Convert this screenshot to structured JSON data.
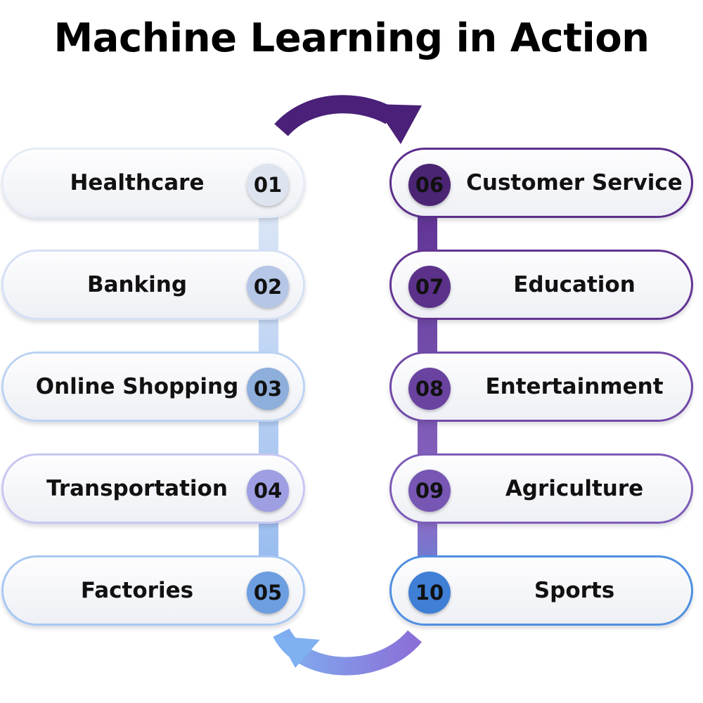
{
  "title": "Machine Learning in Action",
  "colors": {
    "left_ring_top": "#e4ecf8",
    "left_ring_bottom": "#8fb6ee",
    "right_ring_top": "#5a2a8c",
    "right_ring_bottom": "#4f8fe0",
    "top_arrow": "#4a2078",
    "bottom_arrow_start": "#7fb0f0",
    "bottom_arrow_end": "#8b6fd8"
  },
  "items": [
    {
      "number": "01",
      "label": "Healthcare",
      "badge_color": "#dde4ef",
      "ring_color": "#e6ecf6"
    },
    {
      "number": "02",
      "label": "Banking",
      "badge_color": "#b6c6e6",
      "ring_color": "#d6e0f5"
    },
    {
      "number": "03",
      "label": "Online Shopping",
      "badge_color": "#8eaedb",
      "ring_color": "#bcd3f3"
    },
    {
      "number": "04",
      "label": "Transportation",
      "badge_color": "#9e9fe2",
      "ring_color": "#c7c8f1"
    },
    {
      "number": "05",
      "label": "Factories",
      "badge_color": "#6c9ee0",
      "ring_color": "#a9c8f3"
    },
    {
      "number": "06",
      "label": "Customer Service",
      "badge_color": "#4b2573",
      "ring_color": "#5b2d8c"
    },
    {
      "number": "07",
      "label": "Education",
      "badge_color": "#5b318a",
      "ring_color": "#643594"
    },
    {
      "number": "08",
      "label": "Entertainment",
      "badge_color": "#6a43a0",
      "ring_color": "#7249a8"
    },
    {
      "number": "09",
      "label": "Agriculture",
      "badge_color": "#7756b4",
      "ring_color": "#7d5cb8"
    },
    {
      "number": "10",
      "label": "Sports",
      "badge_color": "#3f7fd6",
      "ring_color": "#4f8fe0"
    }
  ]
}
